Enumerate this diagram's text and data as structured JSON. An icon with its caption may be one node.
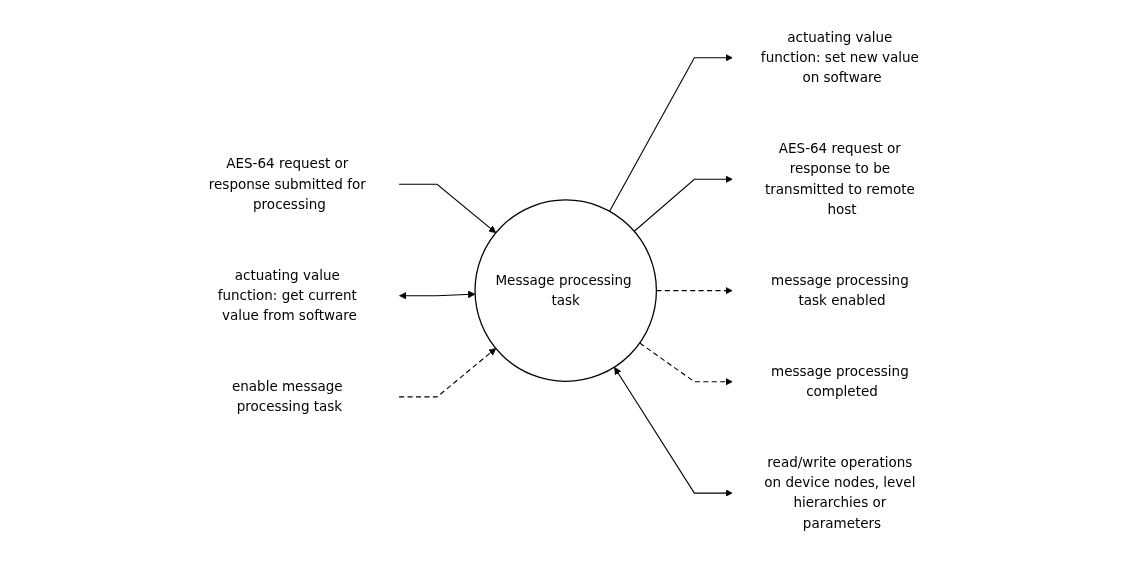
{
  "diagram": {
    "nodes": [
      {
        "text": [
          "AES-64 request or response submitted for processing"
        ]
      },
      {
        "text": [
          "actuating value function: get current value from software"
        ]
      },
      {
        "text": [
          "actuating value function: set new value on software"
        ]
      },
      {
        "text": [
          "AES-64 request or response to be transmitted to remote host"
        ]
      },
      {
        "text": [
          "message processing task enabled"
        ]
      },
      {
        "text": [
          "message processing completed"
        ]
      },
      {
        "text": [
          "Message processing task"
        ]
      },
      {
        "text": [
          "enable message processing task"
        ]
      },
      {
        "text": [
          "read/write operations on device nodes, level hierarchies or parameters"
        ]
      }
    ],
    "edges": [
      {
        "from": 0,
        "to": 6,
        "arrow": "to"
      },
      {
        "from": 1,
        "to": 6,
        "arrow": "both"
      },
      {
        "from": 6,
        "to": 2,
        "arrow": "to"
      },
      {
        "from": 6,
        "to": 3,
        "arrow": "to"
      },
      {
        "from": 6,
        "to": 4,
        "arrow": "to",
        "style": "dashed"
      },
      {
        "from": 6,
        "to": 5,
        "arrow": "to",
        "style": "dashed"
      },
      {
        "from": 7,
        "to": 6,
        "arrow": "to",
        "style": "dashed"
      },
      {
        "from": 6,
        "to": 8,
        "arrow": "both"
      }
    ]
  }
}
